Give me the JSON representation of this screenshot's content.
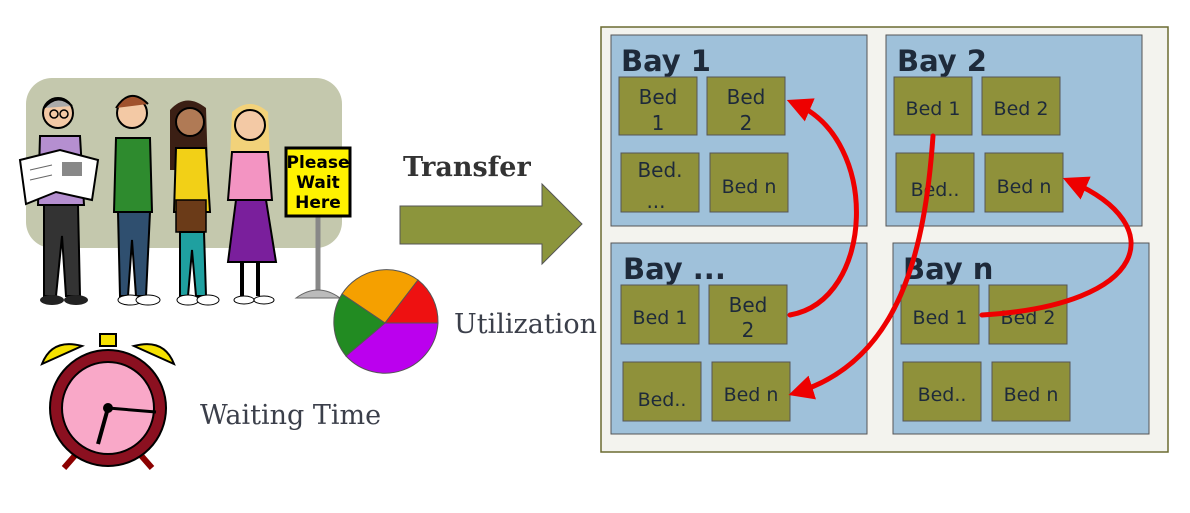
{
  "labels": {
    "transfer": "Transfer",
    "utilization": "Utilization",
    "waiting_time": "Waiting Time",
    "sign_line1": "Please",
    "sign_line2": "Wait",
    "sign_line3": "Here"
  },
  "bays": [
    {
      "name": "Bay 1",
      "beds": [
        [
          "Bed",
          "1"
        ],
        [
          "Bed",
          "2"
        ],
        [
          "Bed.",
          "..."
        ],
        [
          "Bed n"
        ]
      ]
    },
    {
      "name": "Bay 2",
      "beds": [
        [
          "Bed 1"
        ],
        [
          "Bed 2"
        ],
        [
          "Bed.."
        ],
        [
          "Bed n"
        ]
      ]
    },
    {
      "name": "Bay ...",
      "beds": [
        [
          "Bed 1"
        ],
        [
          "Bed",
          "2"
        ],
        [
          "Bed.."
        ],
        [
          "Bed n"
        ]
      ]
    },
    {
      "name": "Bay n",
      "beds": [
        [
          "Bed 1"
        ],
        [
          "Bed 2"
        ],
        [
          "Bed.."
        ],
        [
          "Bed n"
        ]
      ]
    }
  ],
  "colors": {
    "ward_bg": "#f3f3ee",
    "bay_bg": "#9fc1da",
    "bed_bg": "#8f913a",
    "arrow_red": "#ee0000",
    "transfer_arrow": "#8c953c",
    "pie": [
      "#f5a000",
      "#ee1111",
      "#bb00ee",
      "#228b22"
    ]
  },
  "icons": [
    "queue-people-icon",
    "alarm-clock-icon",
    "pie-chart-icon",
    "transfer-arrow-icon"
  ]
}
